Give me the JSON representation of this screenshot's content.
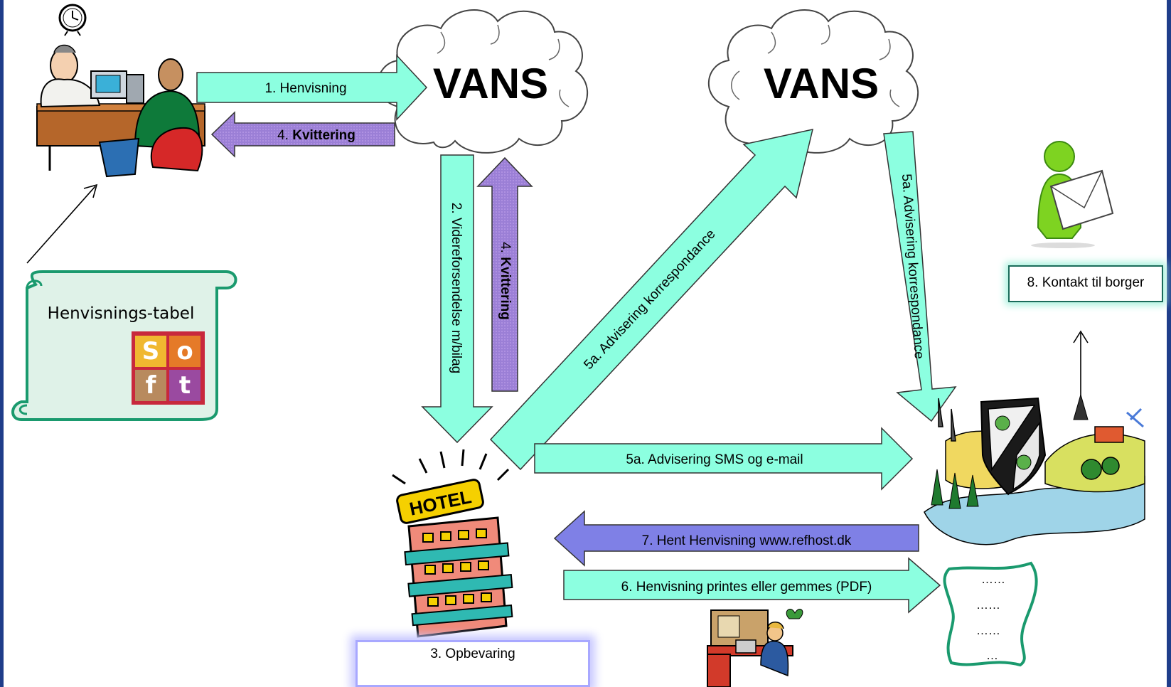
{
  "colors": {
    "arrow_teal": "#8cffe0",
    "arrow_purple": "#9b7fd6",
    "arrow_blue": "#7f80e6",
    "scroll_fill": "#dff2e8",
    "scroll_stroke": "#1a9a6e",
    "frame": "#1f3d8a"
  },
  "clouds": {
    "left": "VANS",
    "right": "VANS"
  },
  "arrows": {
    "a1": "1. Henvisning",
    "a4_num": "4. ",
    "a4_bold": "Kvittering",
    "a2": "2. Videreforsendelse m/bilag",
    "a4v_num": "4. ",
    "a4v_bold": "Kvittering",
    "a5_diag": "5a. Advisering korrespondance",
    "a5_down": "5a. Advisering korrespondance",
    "a5_sms": "5a. Advisering SMS og e-mail",
    "a7": "7. Hent Henvisning www.refhost.dk",
    "a6": "6. Henvisning printes eller gemmes (PDF)"
  },
  "scroll": {
    "title": "Henvisnings-tabel",
    "logo_letters": [
      "S",
      "o",
      "f",
      "t"
    ]
  },
  "paper": {
    "lines": [
      "……",
      "……",
      "……",
      "…"
    ]
  },
  "boxes": {
    "kontakt": "8. Kontakt til borger",
    "opbevaring": "3. Opbevaring"
  },
  "clipart": {
    "doctor": "doctor-patient-icon",
    "clock": "clock-icon",
    "hotel": "hotel-icon",
    "hotel_sign": "HOTEL",
    "municipality": "municipality-landscape-icon",
    "mail_person": "mail-person-icon",
    "office_worker": "office-worker-icon"
  }
}
